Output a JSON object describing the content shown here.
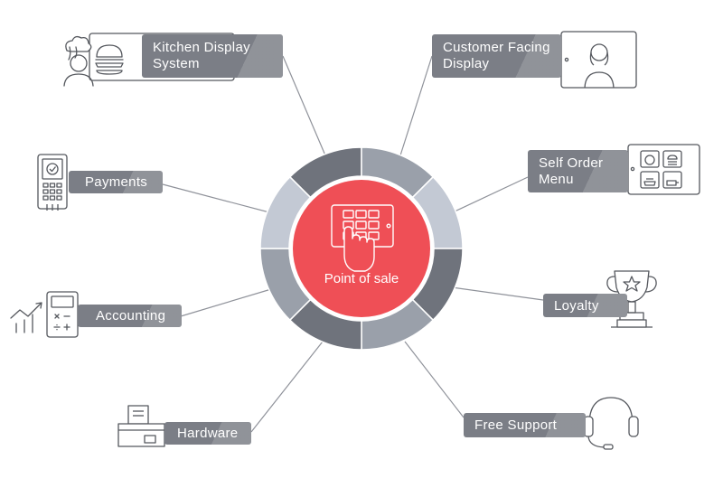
{
  "center": {
    "label": "Point of sale"
  },
  "nodes": [
    {
      "id": "kitchen",
      "label": "Kitchen Display System",
      "icon": "chef-burger-tablet-icon"
    },
    {
      "id": "customer",
      "label": "Customer Facing Display",
      "icon": "tablet-person-icon"
    },
    {
      "id": "payments",
      "label": "Payments",
      "icon": "card-terminal-icon"
    },
    {
      "id": "self_order",
      "label": "Self Order Menu",
      "icon": "menu-tablet-icon"
    },
    {
      "id": "accounting",
      "label": "Accounting",
      "icon": "calculator-chart-icon"
    },
    {
      "id": "loyalty",
      "label": "Loyalty",
      "icon": "trophy-icon"
    },
    {
      "id": "hardware",
      "label": "Hardware",
      "icon": "receipt-printer-icon"
    },
    {
      "id": "support",
      "label": "Free Support",
      "icon": "headset-icon"
    }
  ],
  "colors": {
    "accent": "#ef4f56",
    "label_bg": "#7b7e86",
    "ring_dark": "#6f737c",
    "ring_mid": "#9aa0aa",
    "ring_light": "#c3c9d4",
    "line": "#8f929a"
  }
}
